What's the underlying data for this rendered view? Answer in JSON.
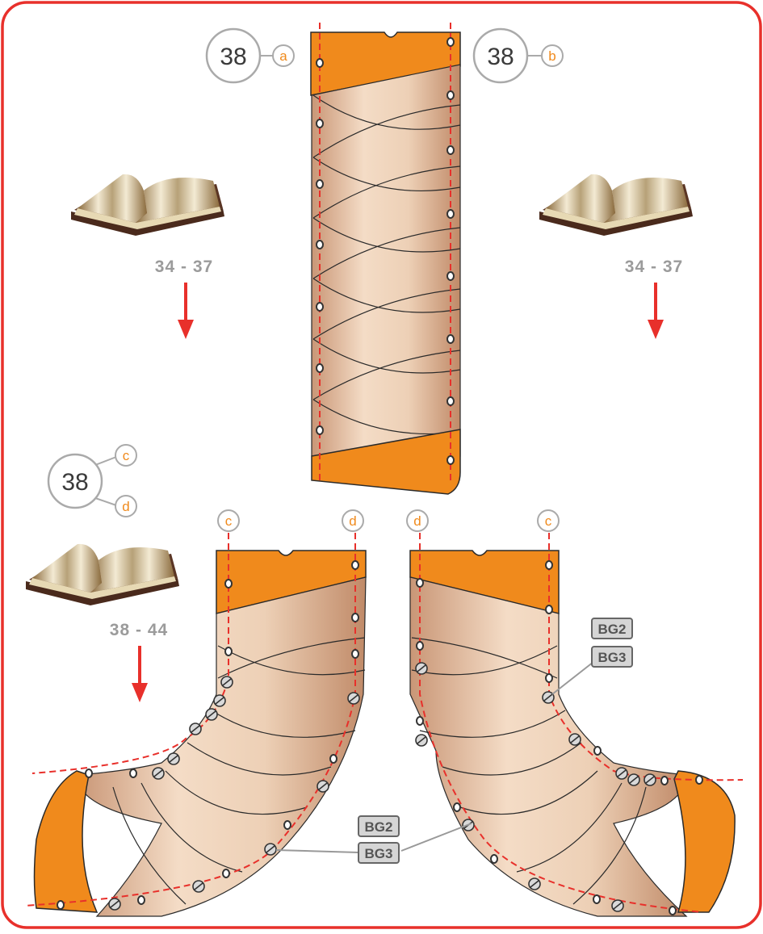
{
  "callout_top_left": {
    "number": "38",
    "letter": "a"
  },
  "callout_top_right": {
    "number": "38",
    "letter": "b"
  },
  "callout_mid_left": {
    "number": "38",
    "letter_upper": "c",
    "letter_lower": "d"
  },
  "book_top_left": {
    "pages": "34 - 37",
    "icon": "open-book-icon"
  },
  "book_top_right": {
    "pages": "34 - 37",
    "icon": "open-book-icon"
  },
  "book_mid_left": {
    "pages": "38 - 44",
    "icon": "open-book-icon"
  },
  "elbow_left": {
    "seam_left": "c",
    "seam_right": "d",
    "fastener_labels": [
      "BG2",
      "BG3"
    ]
  },
  "elbow_right": {
    "seam_left": "d",
    "seam_right": "c",
    "fastener_labels_upper": [
      "BG2",
      "BG3"
    ],
    "fastener_labels_lower": [
      "BG2",
      "BG3"
    ]
  },
  "colors": {
    "frame": "#e8302b",
    "accent_orange": "#f08a1c",
    "segment": "#e9c3a4",
    "seam": "#e8302b",
    "arrow": "#e8302b",
    "label_grey": "#9b9b9b"
  }
}
